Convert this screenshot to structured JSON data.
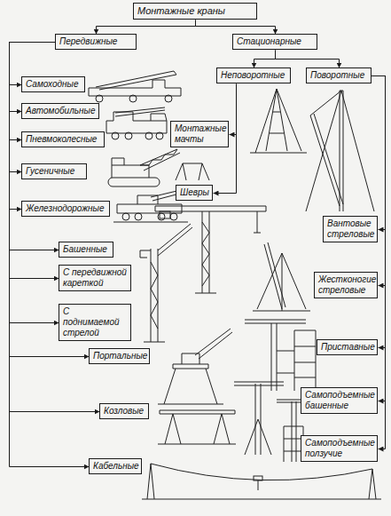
{
  "diagram": {
    "nodes": [
      {
        "text": [
          "Монтажные краны"
        ]
      },
      {
        "text": [
          "Передвижные"
        ]
      },
      {
        "text": [
          "Стационарные"
        ]
      },
      {
        "text": [
          "Неповоротные"
        ]
      },
      {
        "text": [
          "Поворотные"
        ]
      },
      {
        "text": [
          "Самоходные"
        ]
      },
      {
        "text": [
          "Автомобильные"
        ]
      },
      {
        "text": [
          "Пневмоколесные"
        ]
      },
      {
        "text": [
          "Монтажные мачты"
        ]
      },
      {
        "text": [
          "Гусеничные"
        ]
      },
      {
        "text": [
          "Шевры"
        ]
      },
      {
        "text": [
          "Железнодорожные"
        ]
      },
      {
        "text": [
          "Вантовые стреловые"
        ]
      },
      {
        "text": [
          "Башенные"
        ]
      },
      {
        "text": [
          "С передвижной кареткой"
        ]
      },
      {
        "text": [
          "Жестконогие стреловые"
        ]
      },
      {
        "text": [
          "С поднимаемой стрелой"
        ]
      },
      {
        "text": [
          "Приставные"
        ]
      },
      {
        "text": [
          "Портальные"
        ]
      },
      {
        "text": [
          "Самоподъемные башенные"
        ]
      },
      {
        "text": [
          "Козловые"
        ]
      },
      {
        "text": [
          "Самоподъемные ползучие"
        ]
      },
      {
        "text": [
          "Кабельные"
        ]
      }
    ],
    "edges": [
      {
        "from": 0,
        "to": 1,
        "arrow": "to"
      },
      {
        "from": 0,
        "to": 2,
        "arrow": "to"
      },
      {
        "from": 2,
        "to": 3,
        "arrow": "to"
      },
      {
        "from": 2,
        "to": 4,
        "arrow": "to"
      },
      {
        "from": 1,
        "to": 5,
        "arrow": "to"
      },
      {
        "from": 1,
        "to": 6,
        "arrow": "to"
      },
      {
        "from": 1,
        "to": 7,
        "arrow": "to"
      },
      {
        "from": 1,
        "to": 9,
        "arrow": "to"
      },
      {
        "from": 1,
        "to": 11,
        "arrow": "to"
      },
      {
        "from": 1,
        "to": 13,
        "arrow": "to"
      },
      {
        "from": 1,
        "to": 14,
        "arrow": "to"
      },
      {
        "from": 1,
        "to": 16,
        "arrow": "to"
      },
      {
        "from": 1,
        "to": 18,
        "arrow": "to"
      },
      {
        "from": 1,
        "to": 20,
        "arrow": "to"
      },
      {
        "from": 1,
        "to": 22,
        "arrow": "to"
      },
      {
        "from": 3,
        "to": 8,
        "arrow": "to"
      },
      {
        "from": 3,
        "to": 10,
        "arrow": "to"
      },
      {
        "from": 4,
        "to": 12,
        "arrow": "to"
      },
      {
        "from": 4,
        "to": 15,
        "arrow": "to"
      },
      {
        "from": 4,
        "to": 17,
        "arrow": "to"
      },
      {
        "from": 4,
        "to": 19,
        "arrow": "to"
      },
      {
        "from": 4,
        "to": 21,
        "arrow": "to"
      }
    ]
  }
}
